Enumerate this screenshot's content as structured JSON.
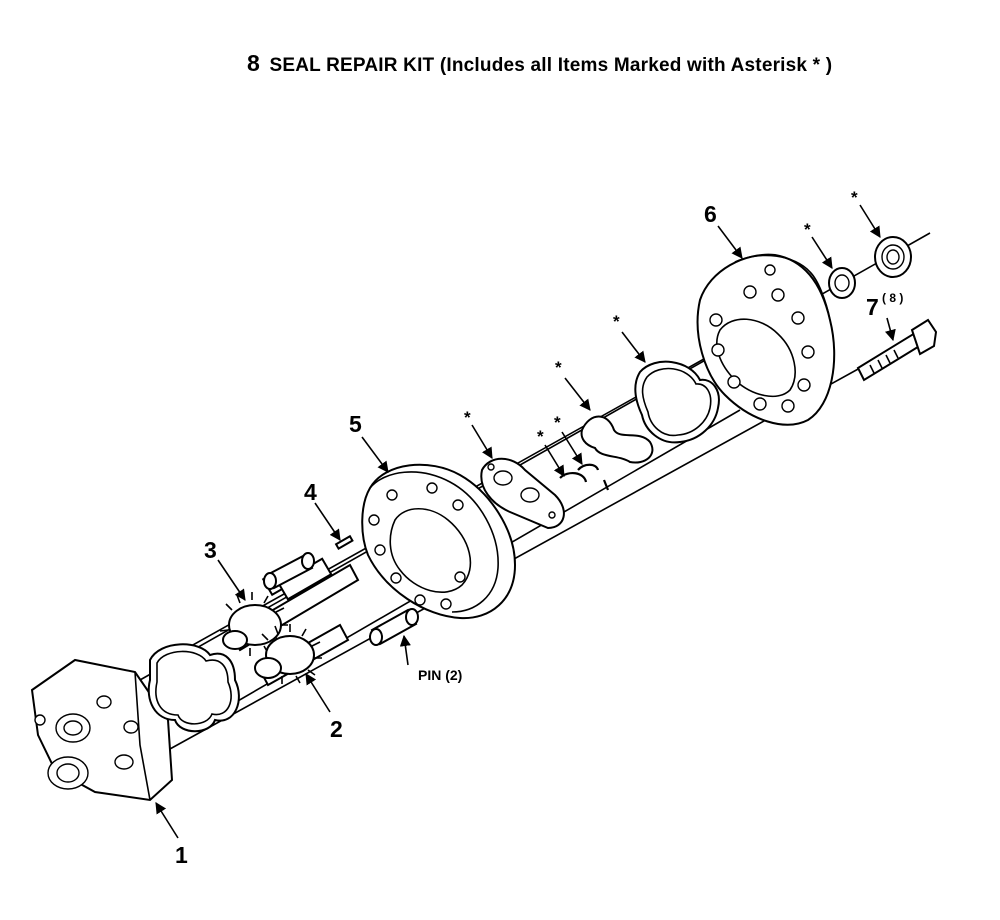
{
  "title": {
    "number": "8",
    "text": "SEAL REPAIR KIT (Includes all Items Marked with Asterisk * )"
  },
  "callouts": {
    "c1": "1",
    "c2": "2",
    "c3": "3",
    "c4": "4",
    "c5": "5",
    "c6": "6",
    "c7": "7",
    "c7_qty": "( 8 )",
    "pin": "PIN (2)"
  },
  "asterisk": "*"
}
